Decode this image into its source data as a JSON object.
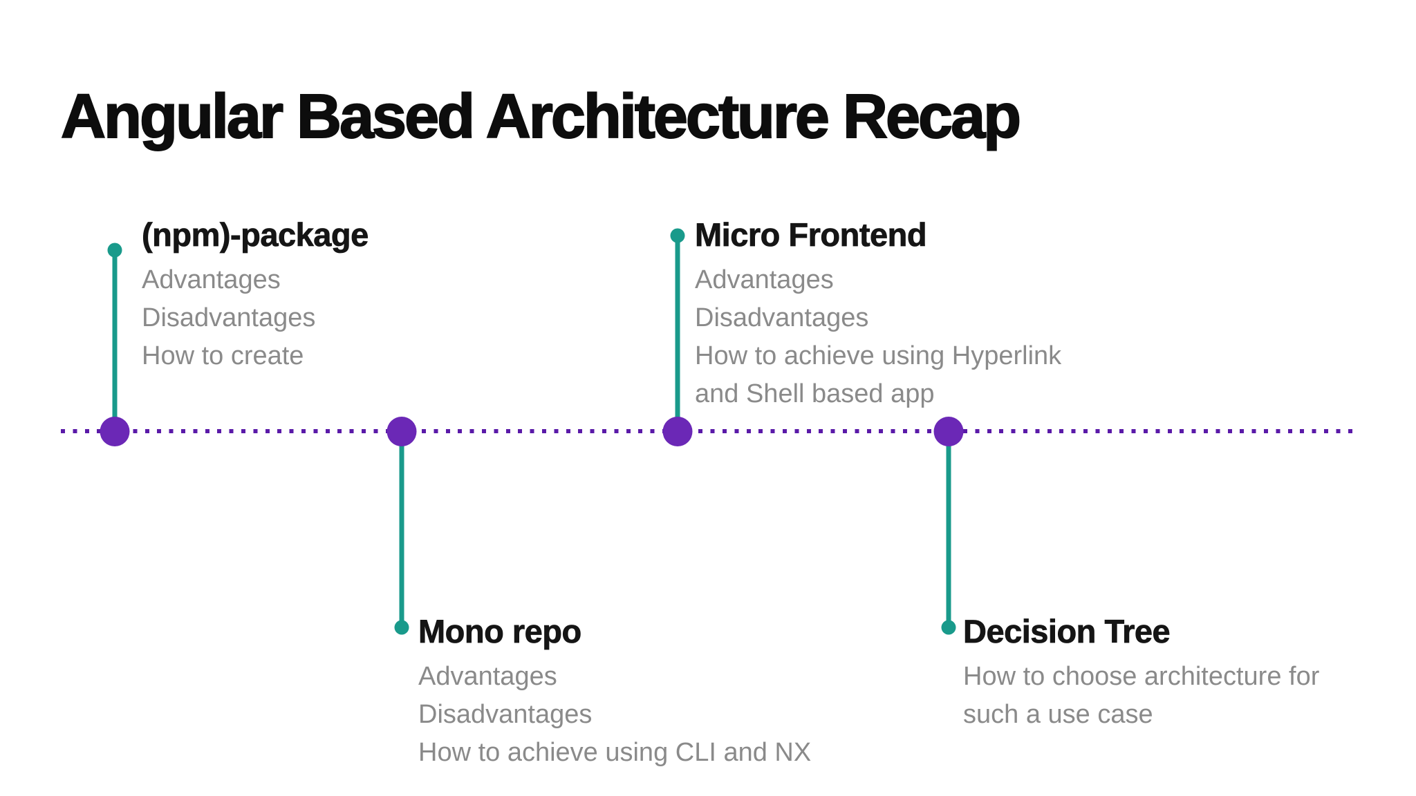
{
  "title": "Angular Based Architecture Recap",
  "colors": {
    "teal": "#199a8b",
    "purple": "#6b28b6",
    "dot_purple": "#5a1aa8",
    "muted": "#8a8a8a",
    "heading": "#151515",
    "title": "#0d0d0d",
    "background": "#ffffff"
  },
  "timeline": {
    "nodes": [
      {
        "title": "(npm)-package",
        "side": "above",
        "lines": [
          "Advantages",
          "Disadvantages",
          "How to create"
        ]
      },
      {
        "title": "Mono repo",
        "side": "below",
        "lines": [
          "Advantages",
          "Disadvantages",
          "How to achieve using CLI and NX"
        ]
      },
      {
        "title": "Micro Frontend",
        "side": "above",
        "lines": [
          "Advantages",
          "Disadvantages",
          "How to achieve using Hyperlink",
          "and Shell based app"
        ]
      },
      {
        "title": "Decision Tree",
        "side": "below",
        "lines": [
          "How to choose architecture for",
          "such a use case"
        ]
      }
    ]
  }
}
